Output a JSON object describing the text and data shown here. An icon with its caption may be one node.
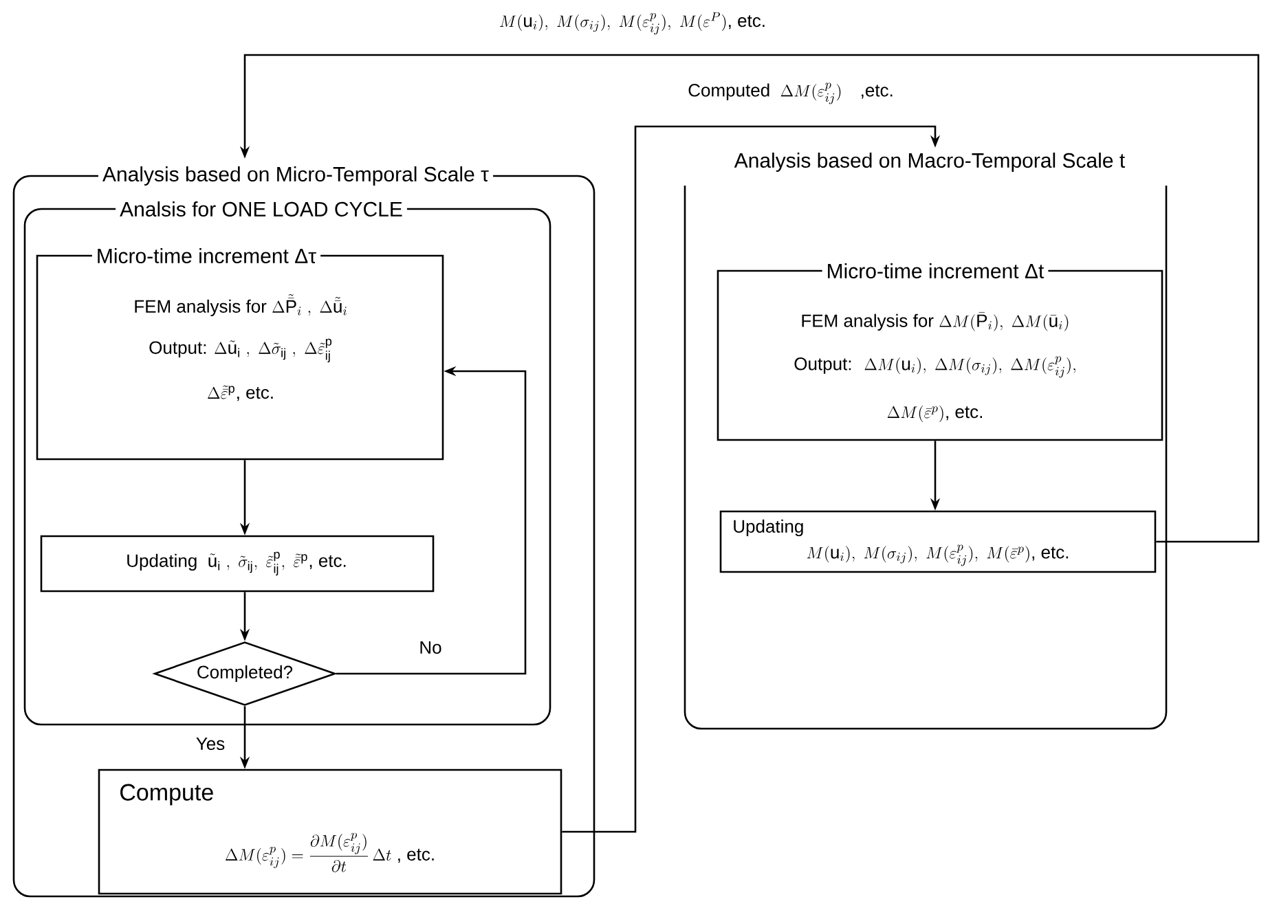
{
  "diagram": {
    "nodes": [
      {
        "text": [
          "Analysis based on Micro-Temporal Scale τ"
        ]
      },
      {
        "text": [
          "Analsis for ONE LOAD CYCLE"
        ],
        "in": 0
      },
      {
        "text": [
          "Micro-time increment Δτ",
          "\\text{FEM analysis for }\\Delta\\tilde{\\bar{\\mathrm{P}}}_i\\ ,\\ \\Delta\\tilde{\\bar{\\mathrm{u}}}_i",
          "\\text{Output: }\\Delta\\tilde{\\mathrm{u}}_\\mathrm{i}\\ ,\\ \\Delta\\tilde{\\sigma}_\\mathrm{ij}\\ ,\\ \\Delta\\tilde{\\varepsilon}^\\mathrm{p}_\\mathrm{ij}",
          "\\Delta\\tilde{\\bar{\\varepsilon}}^\\mathrm{p}\\text{, etc.}"
        ],
        "in": 1
      },
      {
        "text": [
          "\\text{Updating }\\ \\tilde{\\mathrm{u}}_\\mathrm{i}\\ ,\\ \\tilde{\\sigma}_\\mathrm{ij},\\ \\tilde{\\varepsilon}^\\mathrm{p}_\\mathrm{ij},\\ \\tilde{\\bar{\\varepsilon}}^\\mathrm{p}\\text{, etc.}"
        ],
        "in": 1
      },
      {
        "text": [
          "Completed?"
        ],
        "in": 1
      },
      {
        "text": [
          "Compute",
          "\\Delta M(\\varepsilon^p_{ij}) = \\frac{\\partial M(\\varepsilon^p_{ij})}{\\partial t}\\,\\Delta t\\ \\text{, etc.}"
        ],
        "in": 0
      },
      {
        "text": [
          "Analysis based on Macro-Temporal Scale t"
        ]
      },
      {
        "text": [
          "Micro-time increment Δt",
          "\\text{FEM analysis for }\\Delta M(\\bar{\\mathrm{P}}_i),\\ \\Delta M(\\bar{\\mathrm{u}}_i)",
          "\\text{Output: }\\ \\Delta M(\\mathrm{u}_i),\\ \\Delta M(\\sigma_{ij}),\\ \\Delta M(\\varepsilon^p_{ij}),",
          "\\Delta M(\\bar{\\varepsilon}^p)\\text{, etc.}"
        ],
        "in": 6
      },
      {
        "text": [
          "Updating",
          "M(\\mathrm{u}_i),\\ M(\\sigma_{ij}),\\ M(\\varepsilon^p_{ij}),\\ M(\\bar{\\varepsilon}^p)\\text{, etc.}"
        ],
        "in": 6
      }
    ],
    "edges": [
      {
        "from": 2,
        "to": 3,
        "arrow": "to"
      },
      {
        "from": 3,
        "to": 4,
        "arrow": "to"
      },
      {
        "from": 4,
        "to": 2,
        "arrow": "to",
        "label": "No"
      },
      {
        "from": 4,
        "to": 5,
        "arrow": "to",
        "label": "Yes"
      },
      {
        "from": 5,
        "to": 6,
        "arrow": "to",
        "label": "\\text{Computed }\\ \\Delta M(\\varepsilon^p_{ij})\\quad\\text{,etc.}"
      },
      {
        "from": 8,
        "to": 0,
        "arrow": "to",
        "label": "M(\\mathrm{u}_i),\\ M(\\sigma_{ij}),\\ M(\\varepsilon^p_{ij}),\\ M(\\varepsilon^P)\\text{, etc.}"
      },
      {
        "from": 7,
        "to": 8,
        "arrow": "to"
      }
    ]
  }
}
